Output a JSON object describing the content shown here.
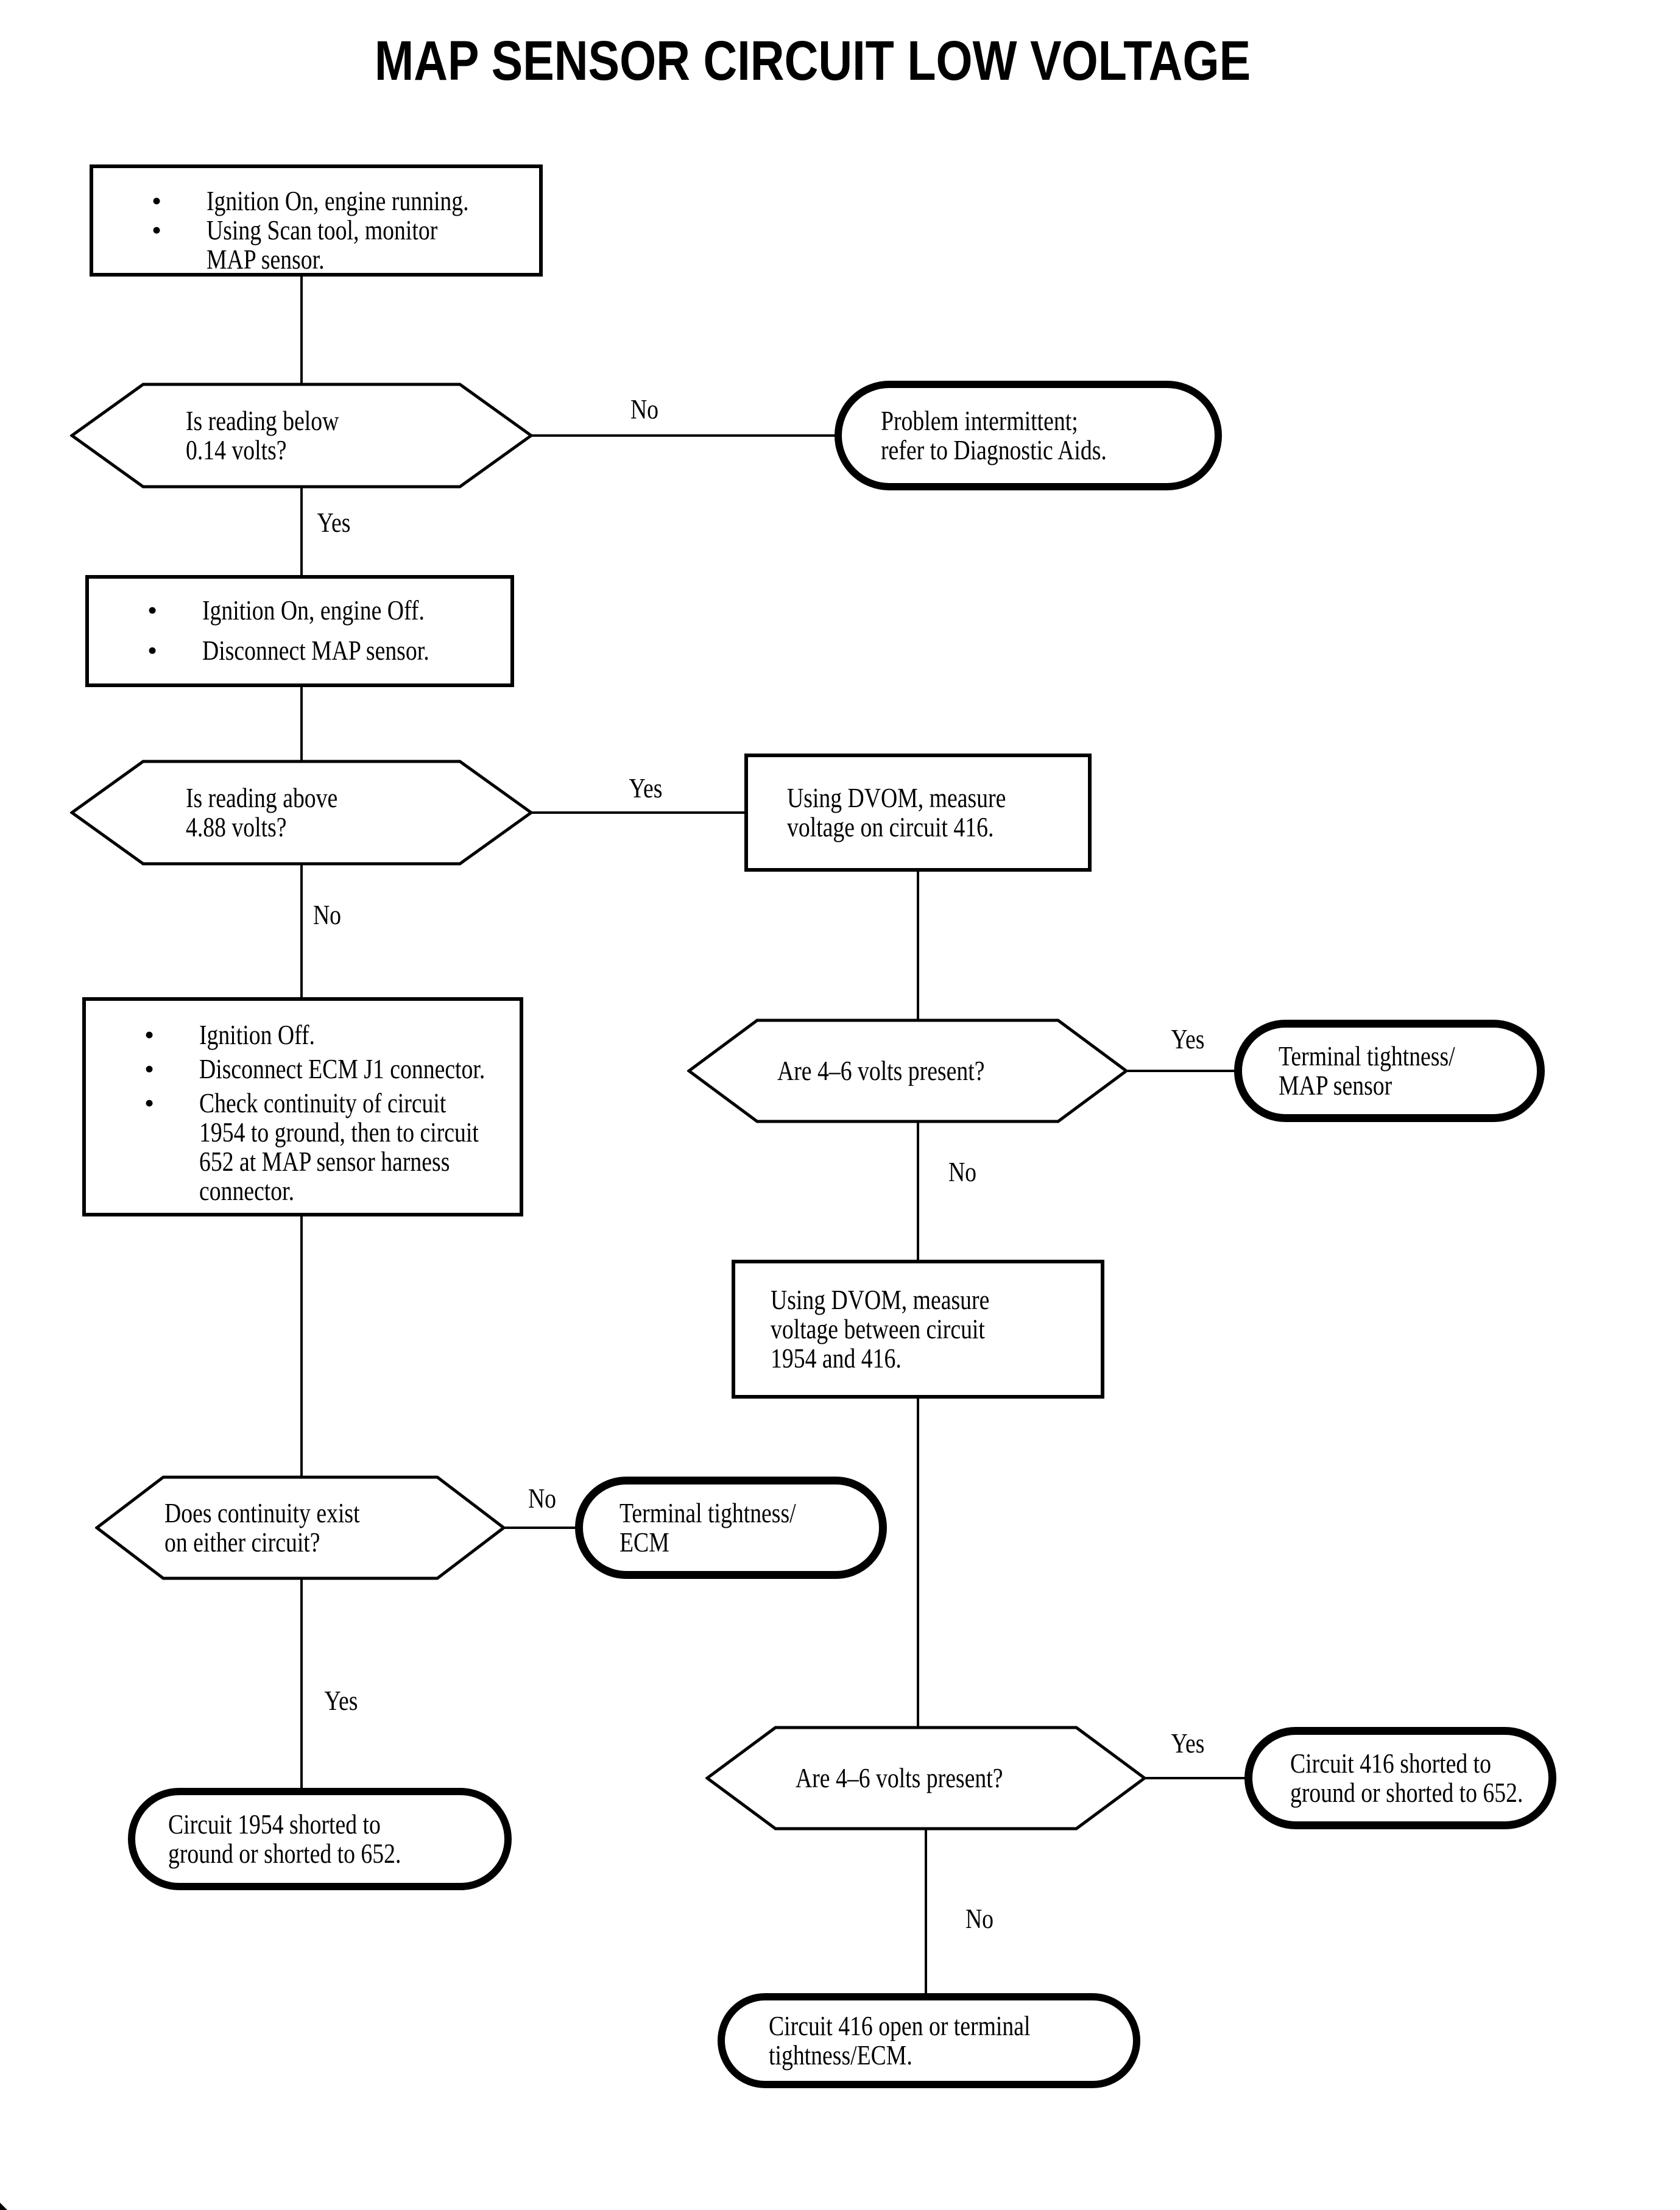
{
  "title": "MAP SENSOR CIRCUIT LOW VOLTAGE",
  "bullet_char": "•",
  "colors": {
    "ink": "#000000",
    "paper": "#ffffff"
  },
  "nodes": {
    "start": {
      "bullets": [
        {
          "lines": [
            "Ignition On, engine running."
          ]
        },
        {
          "lines": [
            "Using Scan tool, monitor",
            "MAP sensor."
          ]
        }
      ]
    },
    "d1": {
      "lines": [
        "Is reading below",
        "0.14 volts?"
      ],
      "yes_label": "Yes",
      "no_label": "No"
    },
    "t1": {
      "lines": [
        "Problem intermittent;",
        "refer to Diagnostic Aids."
      ]
    },
    "p2": {
      "bullets": [
        {
          "lines": [
            "Ignition On, engine Off."
          ]
        },
        {
          "lines": [
            "Disconnect MAP sensor."
          ]
        }
      ]
    },
    "d2": {
      "lines": [
        "Is reading above",
        "4.88 volts?"
      ],
      "yes_label": "Yes",
      "no_label": "No"
    },
    "p3": {
      "lines": [
        "Using DVOM, measure",
        "voltage on circuit 416."
      ]
    },
    "p4": {
      "bullets": [
        {
          "lines": [
            "Ignition Off."
          ]
        },
        {
          "lines": [
            "Disconnect ECM J1 connector."
          ]
        },
        {
          "lines": [
            "Check continuity of circuit",
            "1954 to ground, then to circuit",
            "652 at MAP sensor harness",
            "connector."
          ]
        }
      ]
    },
    "d3": {
      "lines": [
        "Are 4–6 volts present?"
      ],
      "yes_label": "Yes",
      "no_label": "No"
    },
    "t2": {
      "lines": [
        "Terminal tightness/",
        "MAP sensor"
      ]
    },
    "p5": {
      "lines": [
        "Using DVOM, measure",
        "voltage between circuit",
        "1954 and 416."
      ]
    },
    "d4": {
      "lines": [
        "Does continuity exist",
        "on either circuit?"
      ],
      "yes_label": "Yes",
      "no_label": "No"
    },
    "t3": {
      "lines": [
        "Terminal tightness/",
        "ECM"
      ]
    },
    "t4": {
      "lines": [
        "Circuit 1954 shorted to",
        "ground or shorted to 652."
      ]
    },
    "d5": {
      "lines": [
        "Are 4–6 volts present?"
      ],
      "yes_label": "Yes",
      "no_label": "No"
    },
    "t5": {
      "lines": [
        "Circuit 416 shorted to",
        "ground or shorted to 652."
      ]
    },
    "t6": {
      "lines": [
        "Circuit 416 open or terminal",
        "tightness/ECM."
      ]
    }
  }
}
